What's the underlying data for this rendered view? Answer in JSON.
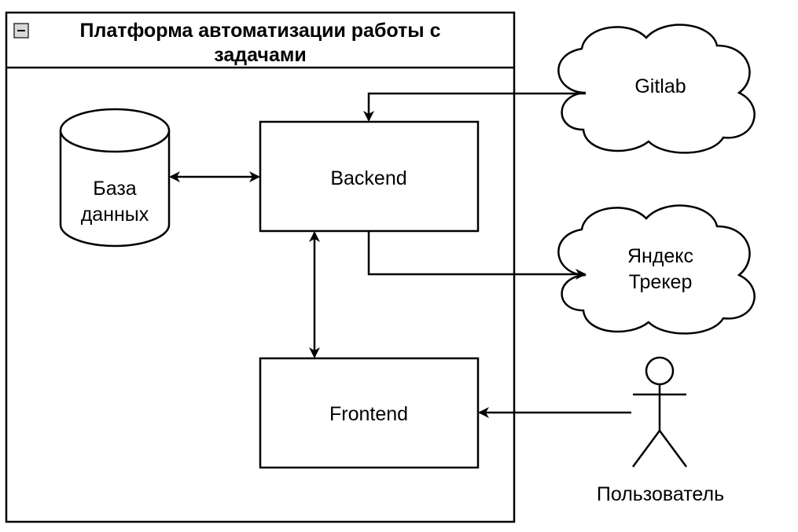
{
  "container": {
    "title_line1": "Платформа автоматизации работы с",
    "title_line2": "задачами",
    "collapse_symbol": "−"
  },
  "nodes": {
    "database": {
      "line1": "База",
      "line2": "данных"
    },
    "backend": {
      "label": "Backend"
    },
    "frontend": {
      "label": "Frontend"
    },
    "gitlab": {
      "label": "Gitlab"
    },
    "tracker": {
      "line1": "Яндекс",
      "line2": "Трекер"
    },
    "user": {
      "label": "Пользователь"
    }
  },
  "edges": [
    {
      "from": "database",
      "to": "backend",
      "direction": "both"
    },
    {
      "from": "backend",
      "to": "frontend",
      "direction": "both"
    },
    {
      "from": "gitlab",
      "to": "backend",
      "direction": "forward"
    },
    {
      "from": "backend",
      "to": "tracker",
      "direction": "forward"
    },
    {
      "from": "user",
      "to": "frontend",
      "direction": "forward"
    }
  ]
}
